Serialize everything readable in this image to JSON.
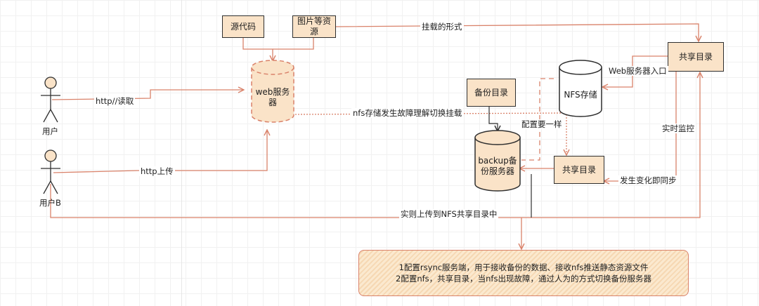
{
  "nodes": {
    "source_code": "源代码",
    "images_res": "图片等资源",
    "web_server": "web服务器",
    "share_dir_top": "共享目录",
    "nfs_storage": "NFS存储",
    "backup_dir": "备份目录",
    "backup_server": "backup备份服务器",
    "share_dir_bottom": "共享目录",
    "user_a": "用户",
    "user_b": "用户B"
  },
  "edges": {
    "mount_form": "挂载的形式",
    "web_entry": "Web服务器入口",
    "http_read": "http//读取",
    "nfs_failover": "nfs存储发生故障理解切换挂载",
    "config_same": "配置要一样",
    "realtime_monitor": "实时监控",
    "sync_on_change": "发生变化即同步",
    "http_upload": "http上传",
    "realtime_upload": "实则上传到NFS共享目录中"
  },
  "note": {
    "line1": "1配置rsync服务端，用于接收备份的数据、接收nfs推送静态资源文件",
    "line2": "2配置nfs，共享目录，当nfs出现故障，通过人为的方式切换备份服务器"
  },
  "colors": {
    "accent": "#d9826a",
    "fill": "#fae3c8",
    "stroke": "#2f2f2f"
  }
}
